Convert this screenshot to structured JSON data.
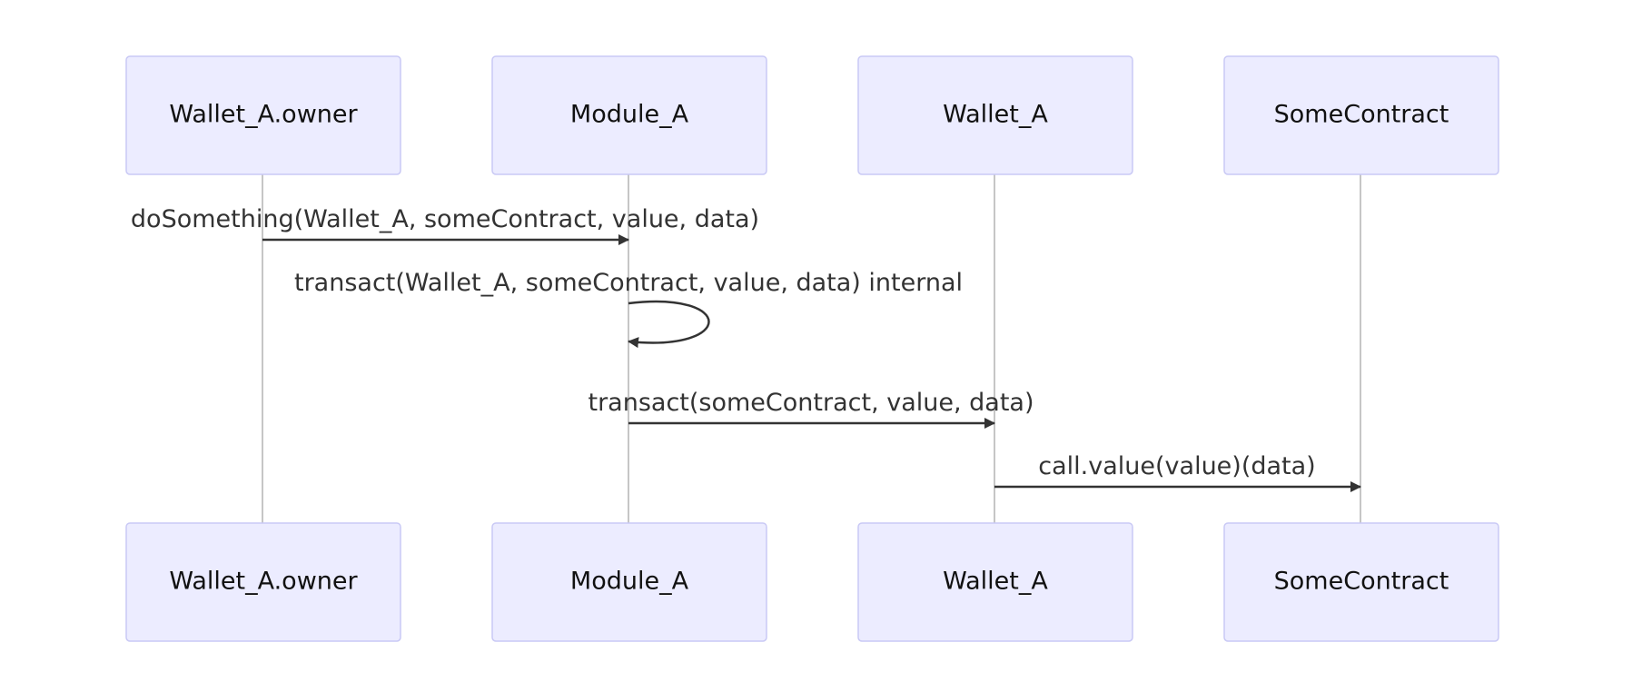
{
  "participants": [
    {
      "id": "owner",
      "label": "Wallet_A.owner"
    },
    {
      "id": "module",
      "label": "Module_A"
    },
    {
      "id": "wallet",
      "label": "Wallet_A"
    },
    {
      "id": "contract",
      "label": "SomeContract"
    }
  ],
  "messages": [
    {
      "from": "owner",
      "to": "module",
      "label": "doSomething(Wallet_A, someContract, value, data)"
    },
    {
      "from": "module",
      "to": "module",
      "label": "transact(Wallet_A, someContract, value, data) internal"
    },
    {
      "from": "module",
      "to": "wallet",
      "label": "transact(someContract, value, data)"
    },
    {
      "from": "wallet",
      "to": "contract",
      "label": "call.value(value)(data)"
    }
  ]
}
